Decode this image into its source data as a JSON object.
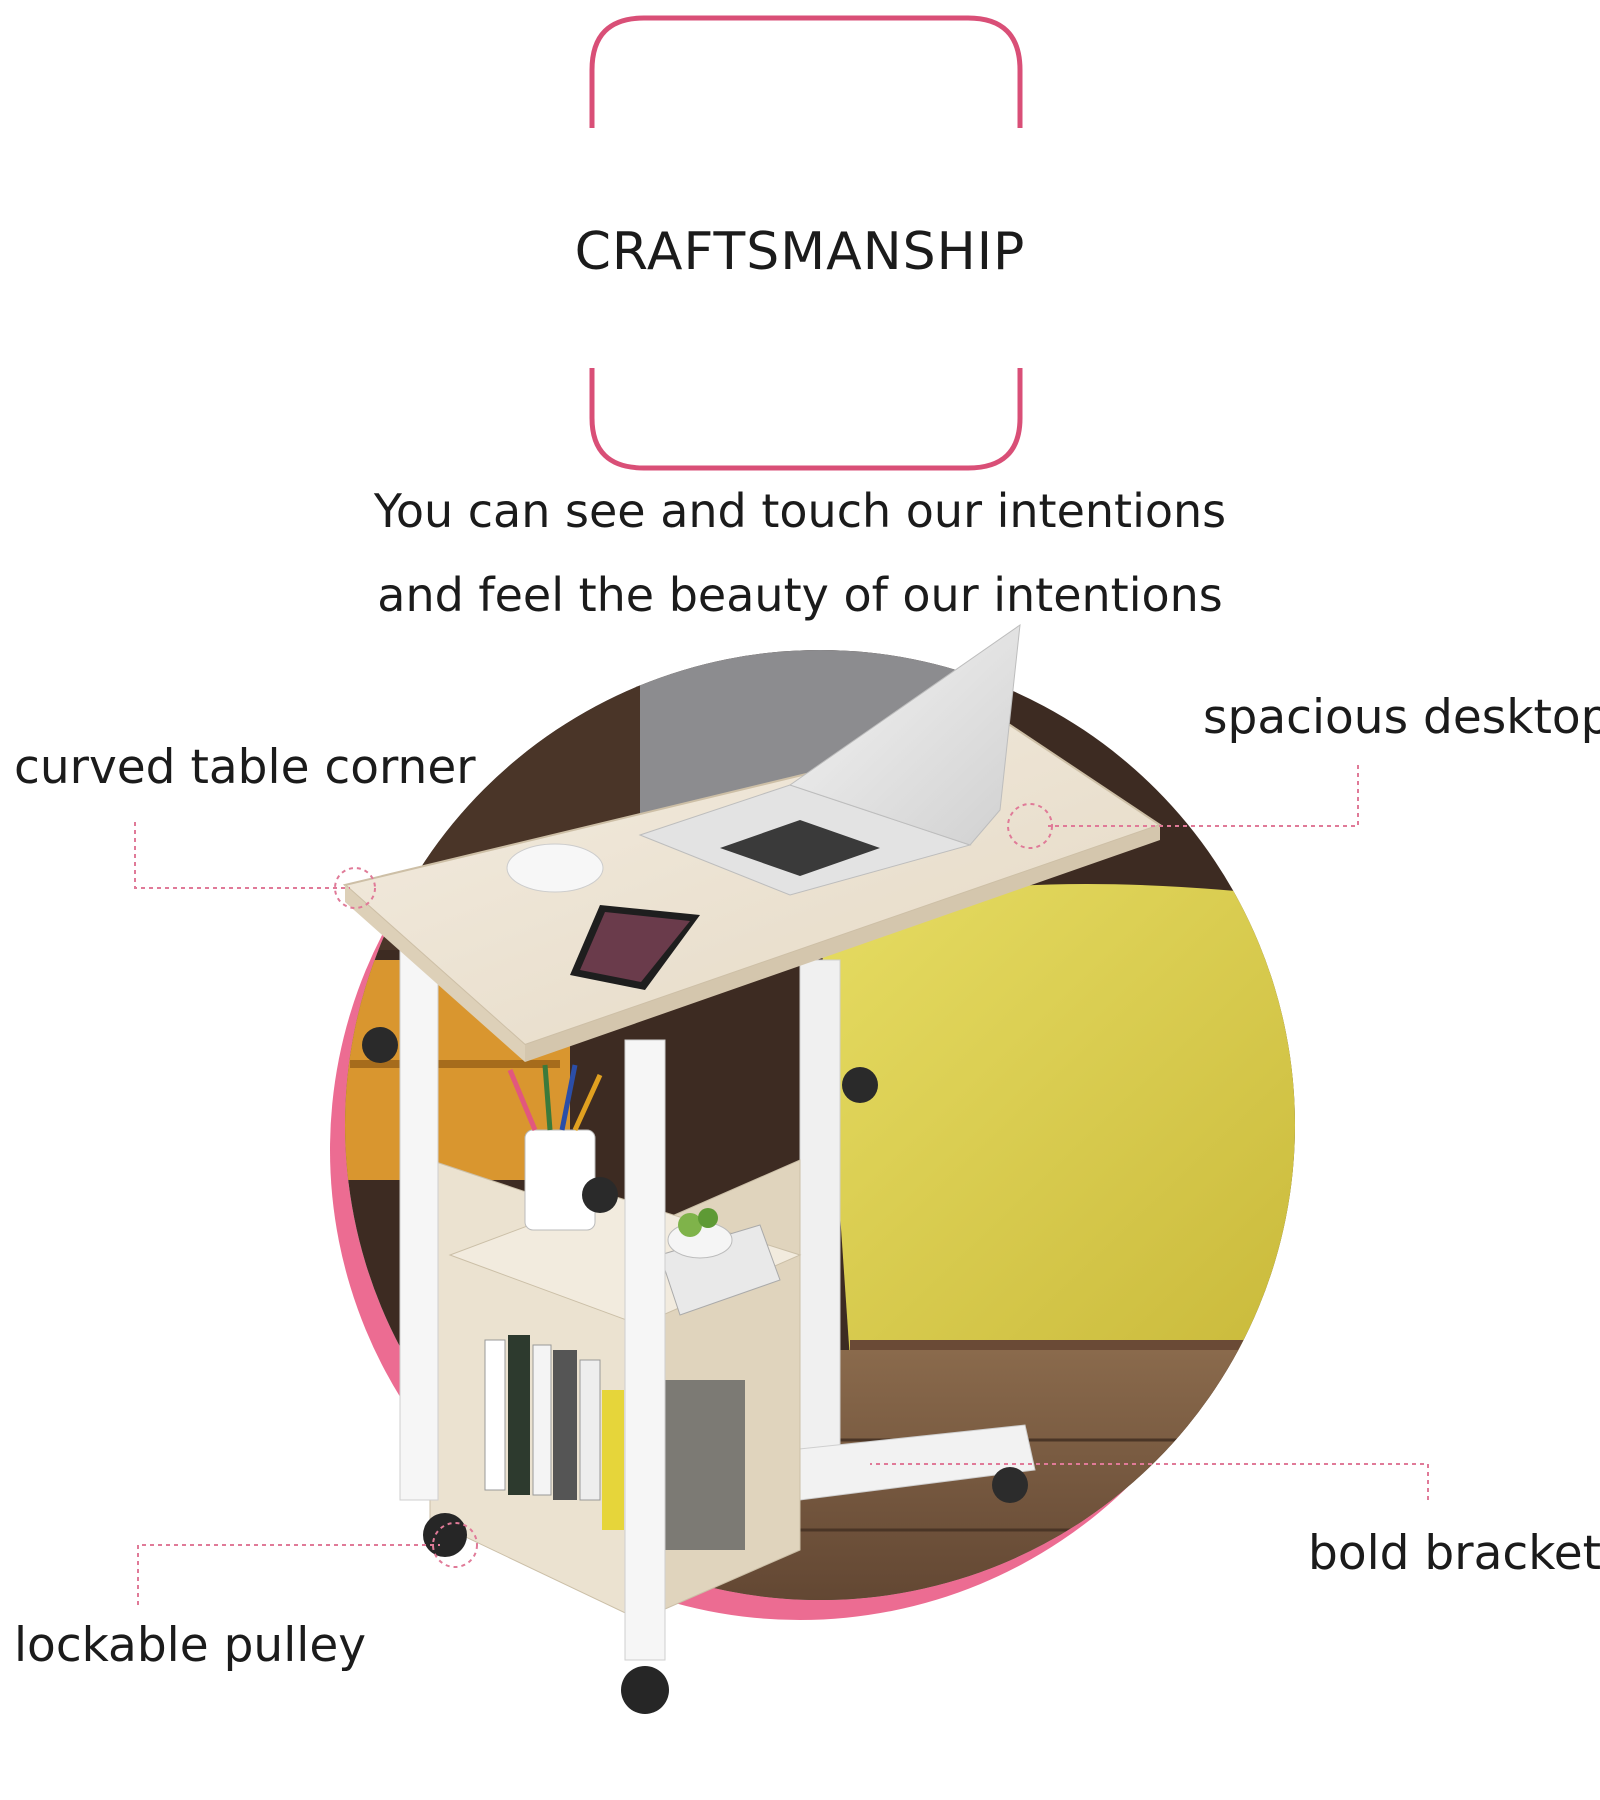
{
  "header": {
    "title": "CRAFTSMANSHIP"
  },
  "tagline": {
    "line1": "You can see and touch our intentions",
    "line2": "and feel the beauty of our intentions"
  },
  "callouts": {
    "curved_corner": "curved table corner",
    "spacious_desktop": "spacious desktop",
    "lockable_pulley": "lockable pulley",
    "bold_bracket": "bold bracket"
  },
  "colors": {
    "accent_pink": "#e2577d",
    "frame_pink": "#d94f77",
    "wood": "#ece3d2",
    "metal_white": "#f4f4f4",
    "bed_yellow": "#d8cc4a",
    "floor_brown": "#6e5038"
  }
}
